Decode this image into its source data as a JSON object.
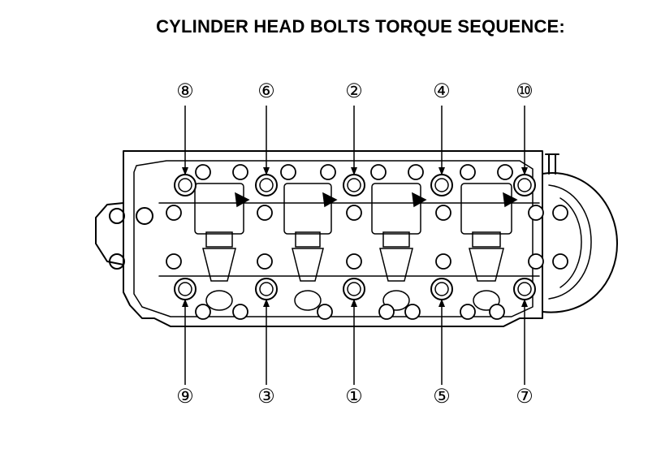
{
  "title": "CYLINDER HEAD BOLTS TORQUE SEQUENCE:",
  "top_labels": [
    "⑧",
    "⑥",
    "②",
    "④",
    "⑩"
  ],
  "bottom_labels": [
    "⑨",
    "③",
    "①",
    "⑤",
    "⑦"
  ],
  "colors": {
    "ink": "#000000",
    "paper": "#ffffff"
  }
}
